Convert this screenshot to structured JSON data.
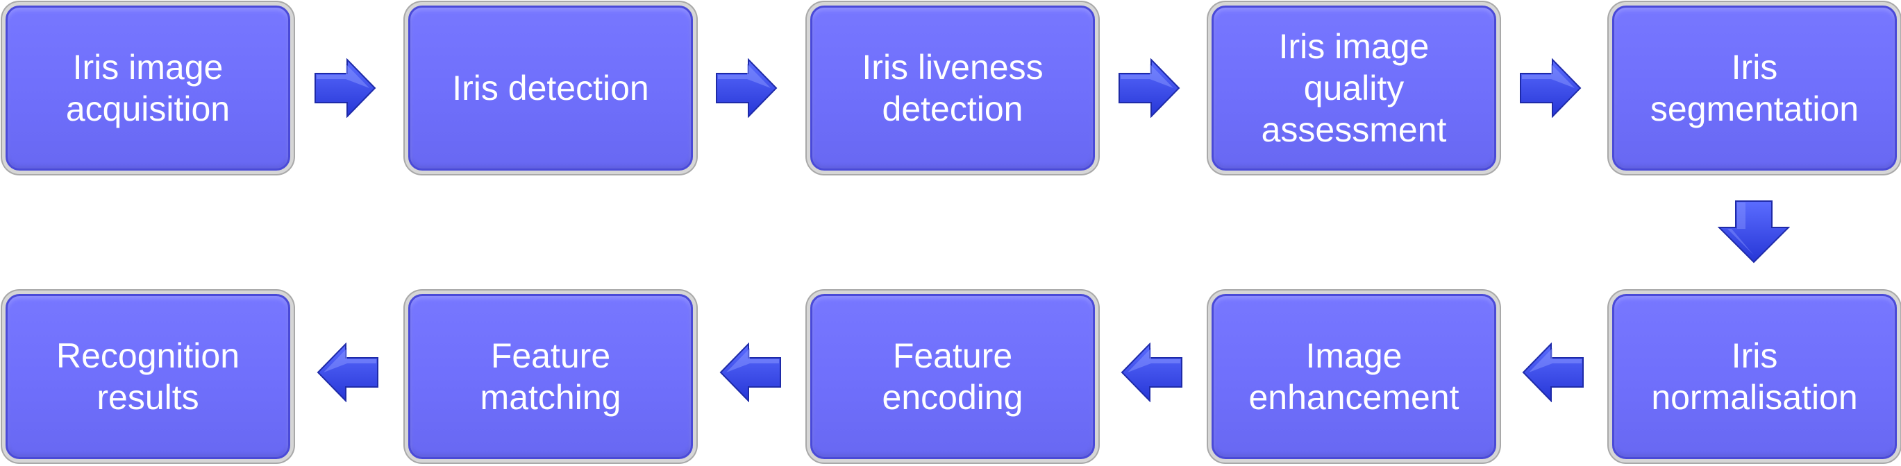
{
  "diagram": {
    "row1": [
      {
        "label": "Iris image\nacquisition"
      },
      {
        "label": "Iris detection"
      },
      {
        "label": "Iris liveness\ndetection"
      },
      {
        "label": "Iris image\nquality\nassessment"
      },
      {
        "label": "Iris\nsegmentation"
      }
    ],
    "row2": [
      {
        "label": "Recognition\nresults"
      },
      {
        "label": "Feature\nmatching"
      },
      {
        "label": "Feature\nencoding"
      },
      {
        "label": "Image\nenhancement"
      },
      {
        "label": "Iris\nnormalisation"
      }
    ]
  },
  "colors": {
    "box_fill": "#6f6ffb",
    "box_border": "#4a4ad8",
    "arrow_fill": "#3d4df0",
    "text": "#ffffff"
  },
  "icons": {
    "flow_arrow": "arrow-icon"
  }
}
